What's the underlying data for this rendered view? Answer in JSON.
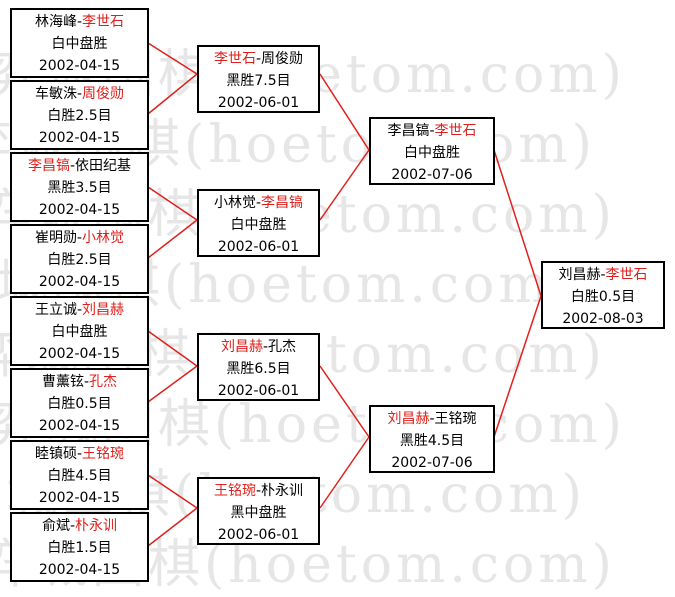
{
  "watermark": "弈城围棋(hoetom.com)",
  "colors": {
    "winner": "#e0201c",
    "line": "#e0201c",
    "border": "#000000"
  },
  "matches": {
    "r1m1": {
      "p1": "林海峰",
      "sep": "-",
      "p2": "李世石",
      "result": "白中盘胜",
      "date": "2002-04-15"
    },
    "r1m2": {
      "p1": "车敏洙",
      "sep": "-",
      "p2": "周俊勋",
      "result": "白胜2.5目",
      "date": "2002-04-15"
    },
    "r1m3": {
      "p1": "李昌镐",
      "sep": "-",
      "p2": "依田纪基",
      "result": "黑胜3.5目",
      "date": "2002-04-15"
    },
    "r1m4": {
      "p1": "崔明勋",
      "sep": "-",
      "p2": "小林觉",
      "result": "白胜2.5目",
      "date": "2002-04-15"
    },
    "r1m5": {
      "p1": "王立诚",
      "sep": "-",
      "p2": "刘昌赫",
      "result": "白中盘胜",
      "date": "2002-04-15"
    },
    "r1m6": {
      "p1": "曹薰铉",
      "sep": "-",
      "p2": "孔杰",
      "result": "白胜0.5目",
      "date": "2002-04-15"
    },
    "r1m7": {
      "p1": "睦镇硕",
      "sep": "-",
      "p2": "王铭琬",
      "result": "白胜4.5目",
      "date": "2002-04-15"
    },
    "r1m8": {
      "p1": "俞斌",
      "sep": "-",
      "p2": "朴永训",
      "result": "白胜1.5目",
      "date": "2002-04-15"
    },
    "r2m1": {
      "p1": "李世石",
      "sep": "-",
      "p2": "周俊勋",
      "result": "黑胜7.5目",
      "date": "2002-06-01"
    },
    "r2m2": {
      "p1": "小林觉",
      "sep": "-",
      "p2": "李昌镐",
      "result": "白中盘胜",
      "date": "2002-06-01"
    },
    "r2m3": {
      "p1": "刘昌赫",
      "sep": "-",
      "p2": "孔杰",
      "result": "黑胜6.5目",
      "date": "2002-06-01"
    },
    "r2m4": {
      "p1": "王铭琬",
      "sep": "-",
      "p2": "朴永训",
      "result": "黑中盘胜",
      "date": "2002-06-01"
    },
    "r3m1": {
      "p1": "李昌镐",
      "sep": "-",
      "p2": "李世石",
      "result": "白中盘胜",
      "date": "2002-07-06"
    },
    "r3m2": {
      "p1": "刘昌赫",
      "sep": "-",
      "p2": "王铭琬",
      "result": "黑胜4.5目",
      "date": "2002-07-06"
    },
    "final": {
      "p1": "刘昌赫",
      "sep": "-",
      "p2": "李世石",
      "result": "白胜0.5目",
      "date": "2002-08-03"
    }
  }
}
